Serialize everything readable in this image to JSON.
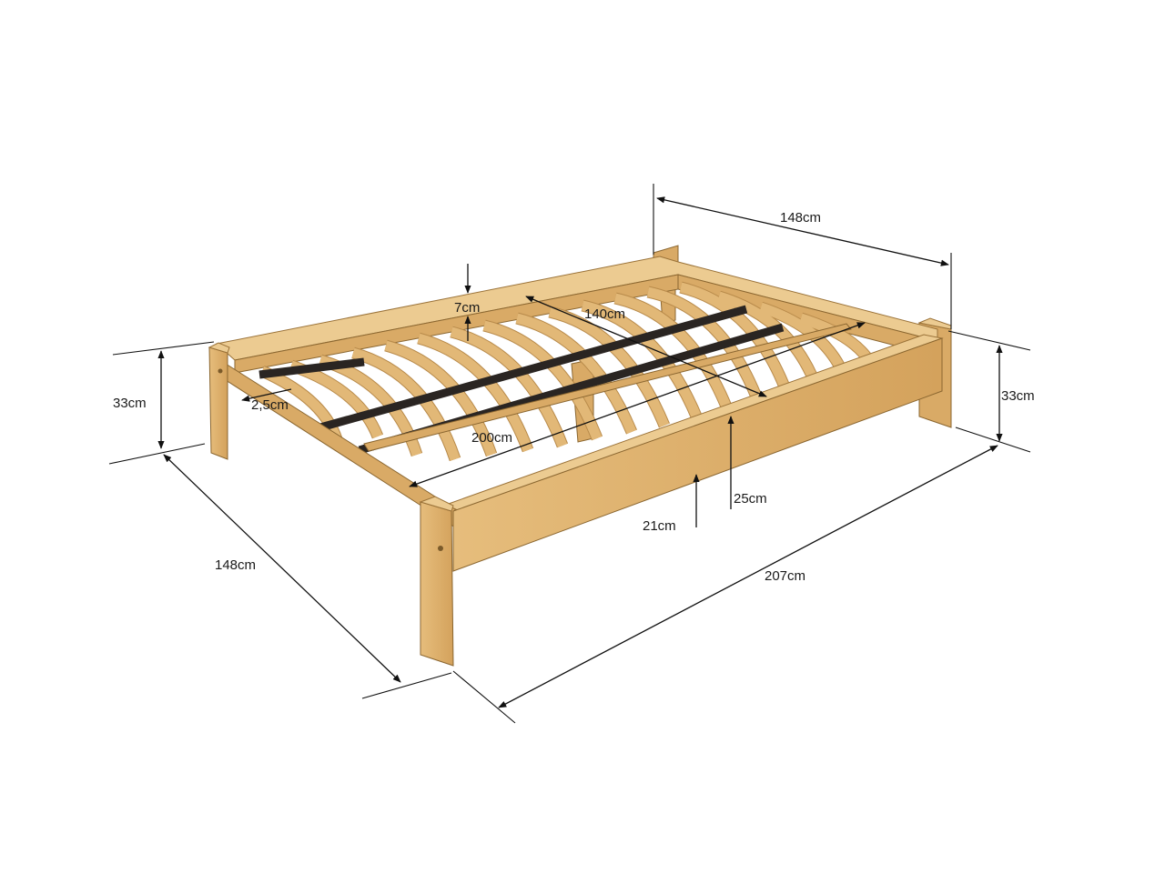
{
  "dimensions": {
    "head_width": "148cm",
    "left_height": "33cm",
    "right_height": "33cm",
    "slat_gap": "7cm",
    "inner_width": "140cm",
    "slat_thickness": "2,5cm",
    "inner_length": "200cm",
    "side_height": "25cm",
    "clearance": "21cm",
    "foot_width": "148cm",
    "total_length": "207cm"
  },
  "colors": {
    "wood_light": "#eccb91",
    "wood_mid": "#d9aa66",
    "wood_dark": "#8a6630",
    "strip": "#2a2522",
    "dimension_lines": "#111111"
  }
}
